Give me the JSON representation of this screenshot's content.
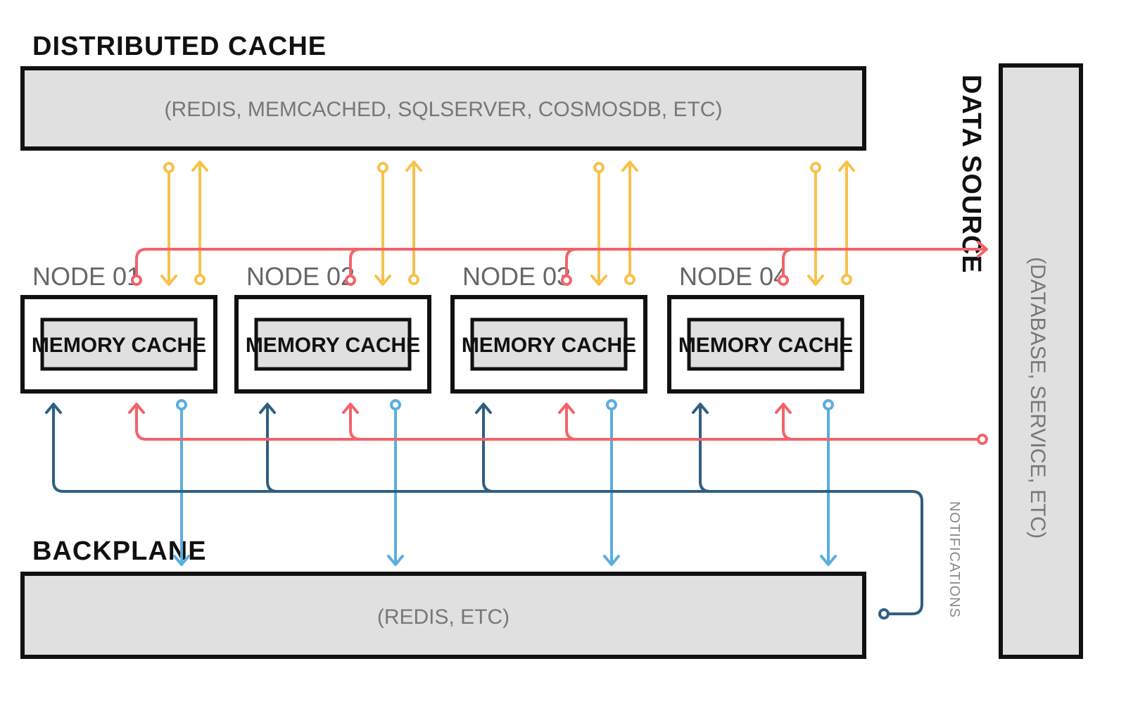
{
  "distributed_cache": {
    "title": "DISTRIBUTED CACHE",
    "subtitle": "(REDIS, MEMCACHED, SQLSERVER, COSMOSDB, ETC)"
  },
  "data_source": {
    "title": "DATA SOURCE",
    "subtitle": "(DATABASE, SERVICE, ETC)"
  },
  "backplane": {
    "title": "BACKPLANE",
    "subtitle": "(REDIS, ETC)",
    "notifications_label": "NOTIFICATIONS"
  },
  "nodes": [
    {
      "label": "NODE 01",
      "cache_label": "MEMORY CACHE"
    },
    {
      "label": "NODE 02",
      "cache_label": "MEMORY CACHE"
    },
    {
      "label": "NODE 03",
      "cache_label": "MEMORY CACHE"
    },
    {
      "label": "NODE 04",
      "cache_label": "MEMORY CACHE"
    }
  ],
  "colors": {
    "distributed_cache_flow": "#f7c24a",
    "data_source_flow": "#f2636a",
    "backplane_publish": "#5aaee0",
    "backplane_notify": "#2e5f82",
    "panel_fill": "#e0e0e0",
    "outline": "#111111"
  }
}
